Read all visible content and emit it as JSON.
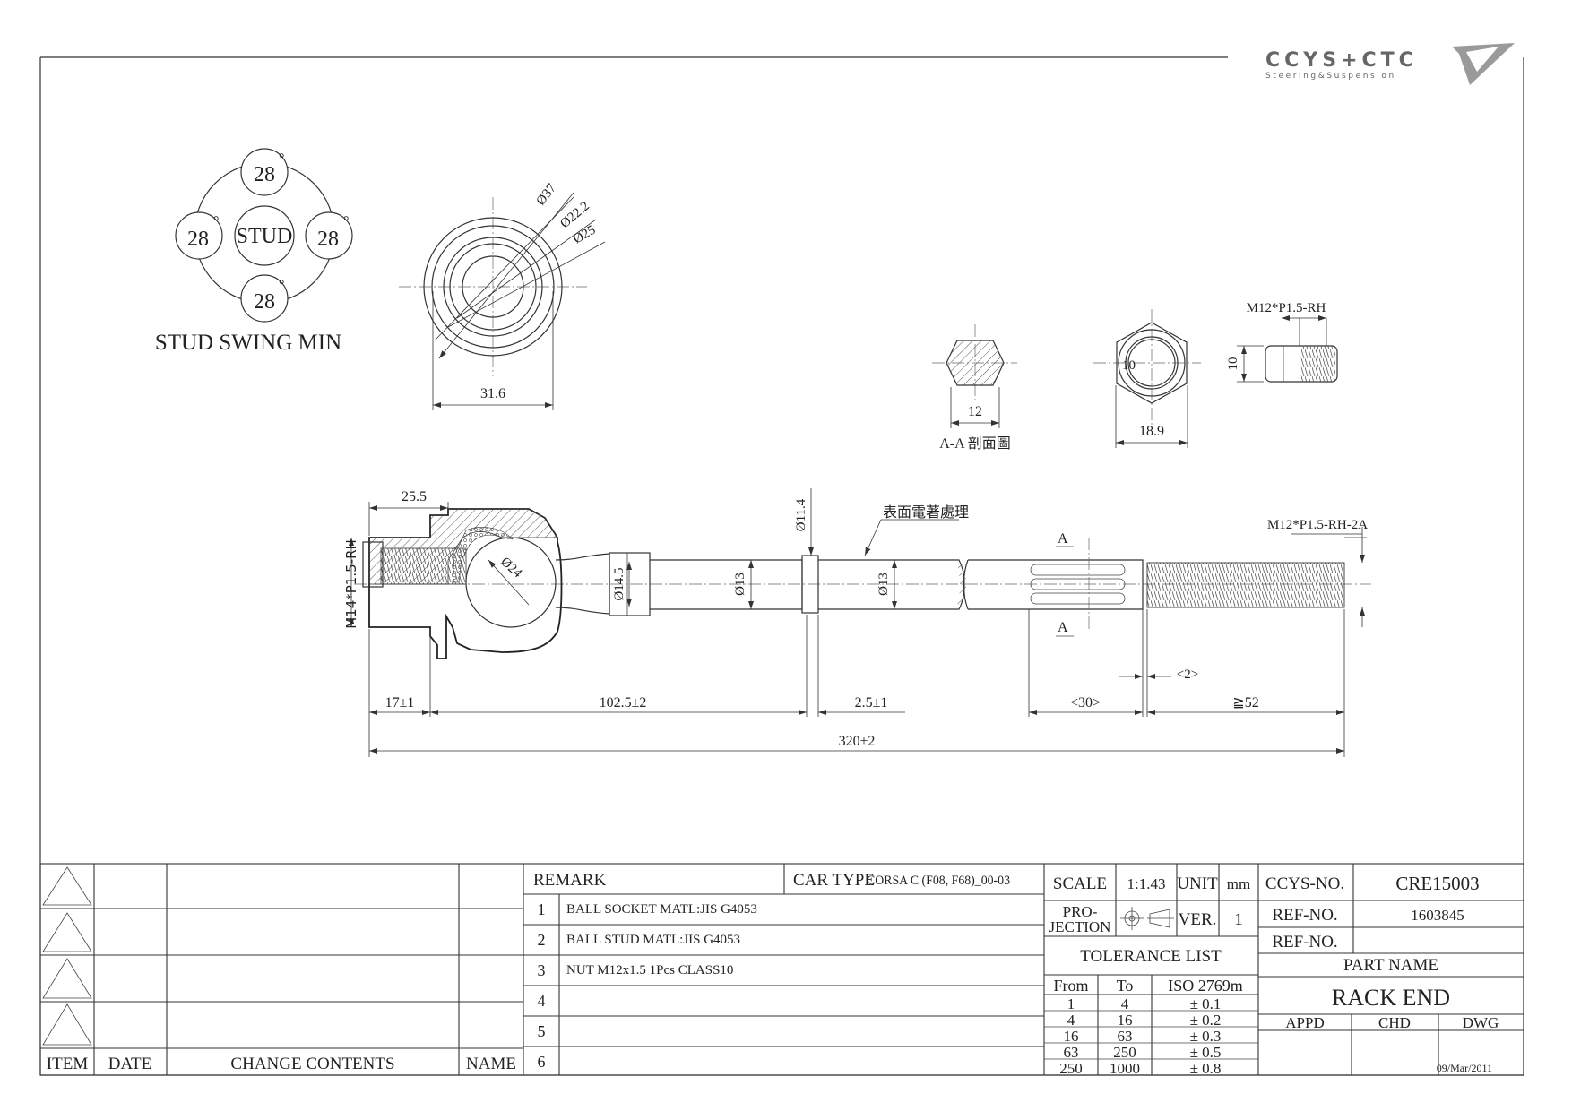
{
  "logo": {
    "text": "CCYS+CTC",
    "tagline": "Steering&Suspension"
  },
  "stud_swing": {
    "title": "STUD SWING MIN",
    "center_label": "STUD",
    "angles": [
      "28",
      "28",
      "28",
      "28"
    ],
    "degree_symbol": "°"
  },
  "end_view": {
    "dims": [
      "Ø37",
      "Ø22.2",
      "Ø25"
    ],
    "width": "31.6"
  },
  "section_aa": {
    "width": "12",
    "caption": "A-A 剖面圖"
  },
  "nut_view": {
    "thread": "M12*P1.5-RH",
    "across_flats": "10",
    "width": "18.9",
    "height": "10"
  },
  "main_view": {
    "left_thread": "M14*P1.5-RH",
    "top_left": "25.5",
    "ball_dia": "Ø24",
    "neck_dia": "Ø14.5",
    "shaft_dia_1": "Ø13",
    "shaft_dia_2": "Ø13",
    "collar_dia": "Ø11.4",
    "surface_note": "表面電著處理",
    "right_thread": "M12*P1.5-RH-2A",
    "section_marks": [
      "A",
      "A"
    ],
    "dims_bottom": [
      "17±1",
      "102.5±2",
      "2.5±1",
      "<30>",
      "≧52"
    ],
    "gap": "<2>",
    "overall": "320±2"
  },
  "revisions": {
    "headers": {
      "item": "ITEM",
      "date": "DATE",
      "change": "CHANGE CONTENTS",
      "name": "NAME"
    }
  },
  "remark": {
    "label": "REMARK",
    "car_type_label": "CAR TYPE",
    "car_type_value": "CORSA C (F08, F68)_00-03",
    "rows": [
      {
        "no": "1",
        "text": "BALL SOCKET MATL:JIS  G4053"
      },
      {
        "no": "2",
        "text": "BALL STUD MATL:JIS G4053"
      },
      {
        "no": "3",
        "text": "NUT M12x1.5 1Pcs CLASS10"
      },
      {
        "no": "4",
        "text": ""
      },
      {
        "no": "5",
        "text": ""
      },
      {
        "no": "6",
        "text": ""
      }
    ]
  },
  "scale_block": {
    "scale_label": "SCALE",
    "scale_value": "1:1.43",
    "unit_label": "UNIT",
    "unit_value": "mm",
    "projection_label_1": "PRO-",
    "projection_label_2": "JECTION",
    "ver_label": "VER.",
    "ver_value": "1"
  },
  "tolerance": {
    "title": "TOLERANCE LIST",
    "headers": [
      "From",
      "To",
      "ISO 2769m"
    ],
    "rows": [
      [
        "1",
        "4",
        "± 0.1"
      ],
      [
        "4",
        "16",
        "± 0.2"
      ],
      [
        "16",
        "63",
        "± 0.3"
      ],
      [
        "63",
        "250",
        "± 0.5"
      ],
      [
        "250",
        "1000",
        "± 0.8"
      ]
    ]
  },
  "title_block": {
    "ccys_label": "CCYS-NO.",
    "ccys_value": "CRE15003",
    "ref_label_1": "REF-NO.",
    "ref_value_1": "1603845",
    "ref_label_2": "REF-NO.",
    "ref_value_2": "",
    "part_name_label": "PART NAME",
    "part_name": "RACK END",
    "appd": "APPD",
    "chd": "CHD",
    "dwg": "DWG",
    "date": "09/Mar/2011"
  }
}
